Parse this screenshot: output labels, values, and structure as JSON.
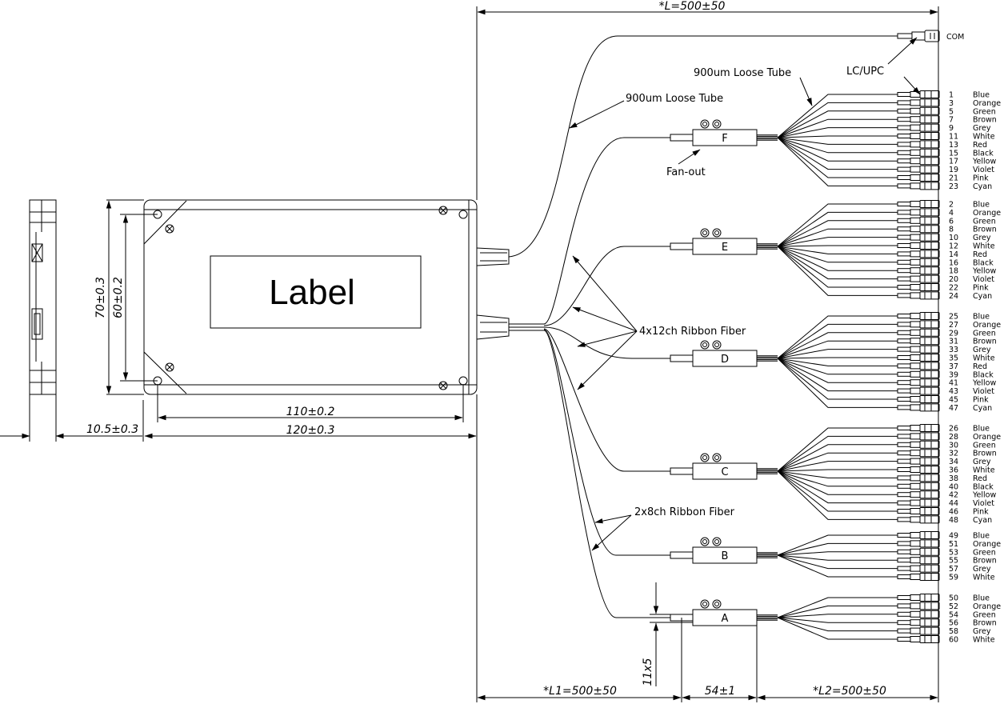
{
  "dimensions": {
    "total_length": "*L=500±50",
    "l1": "*L1=500±50",
    "l2": "*L2=500±50",
    "fanout_length": "54±1",
    "fanout_size": "11x5",
    "module_width_outer": "120±0.3",
    "module_width_holes": "110±0.2",
    "module_height_outer": "70±0.3",
    "module_height_holes": "60±0.2",
    "module_thickness": "10.5±0.3"
  },
  "module": {
    "label": "Label"
  },
  "callouts": {
    "loose_tube_1": "900um Loose Tube",
    "loose_tube_2": "900um Loose Tube",
    "connector": "LC/UPC",
    "fanout": "Fan-out",
    "ribbon_12": "4x12ch Ribbon Fiber",
    "ribbon_8": "2x8ch Ribbon Fiber",
    "com": "COM"
  },
  "groups": [
    {
      "id": "F",
      "ports": [
        "1",
        "3",
        "5",
        "7",
        "9",
        "11",
        "13",
        "15",
        "17",
        "19",
        "21",
        "23"
      ],
      "colors": [
        "Blue",
        "Orange",
        "Green",
        "Brown",
        "Grey",
        "White",
        "Red",
        "Black",
        "Yellow",
        "Violet",
        "Pink",
        "Cyan"
      ]
    },
    {
      "id": "E",
      "ports": [
        "2",
        "4",
        "6",
        "8",
        "10",
        "12",
        "14",
        "16",
        "18",
        "20",
        "22",
        "24"
      ],
      "colors": [
        "Blue",
        "Orange",
        "Green",
        "Brown",
        "Grey",
        "White",
        "Red",
        "Black",
        "Yellow",
        "Violet",
        "Pink",
        "Cyan"
      ]
    },
    {
      "id": "D",
      "ports": [
        "25",
        "27",
        "29",
        "31",
        "33",
        "35",
        "37",
        "39",
        "41",
        "43",
        "45",
        "47"
      ],
      "colors": [
        "Blue",
        "Orange",
        "Green",
        "Brown",
        "Grey",
        "White",
        "Red",
        "Black",
        "Yellow",
        "Violet",
        "Pink",
        "Cyan"
      ]
    },
    {
      "id": "C",
      "ports": [
        "26",
        "28",
        "30",
        "32",
        "34",
        "36",
        "38",
        "40",
        "42",
        "44",
        "46",
        "48"
      ],
      "colors": [
        "Blue",
        "Orange",
        "Green",
        "Brown",
        "Grey",
        "White",
        "Red",
        "Black",
        "Yellow",
        "Violet",
        "Pink",
        "Cyan"
      ]
    },
    {
      "id": "B",
      "ports": [
        "49",
        "51",
        "53",
        "55",
        "57",
        "59"
      ],
      "colors": [
        "Blue",
        "Orange",
        "Green",
        "Brown",
        "Grey",
        "White"
      ]
    },
    {
      "id": "A",
      "ports": [
        "50",
        "52",
        "54",
        "56",
        "58",
        "60"
      ],
      "colors": [
        "Blue",
        "Orange",
        "Green",
        "Brown",
        "Grey",
        "White"
      ]
    }
  ]
}
